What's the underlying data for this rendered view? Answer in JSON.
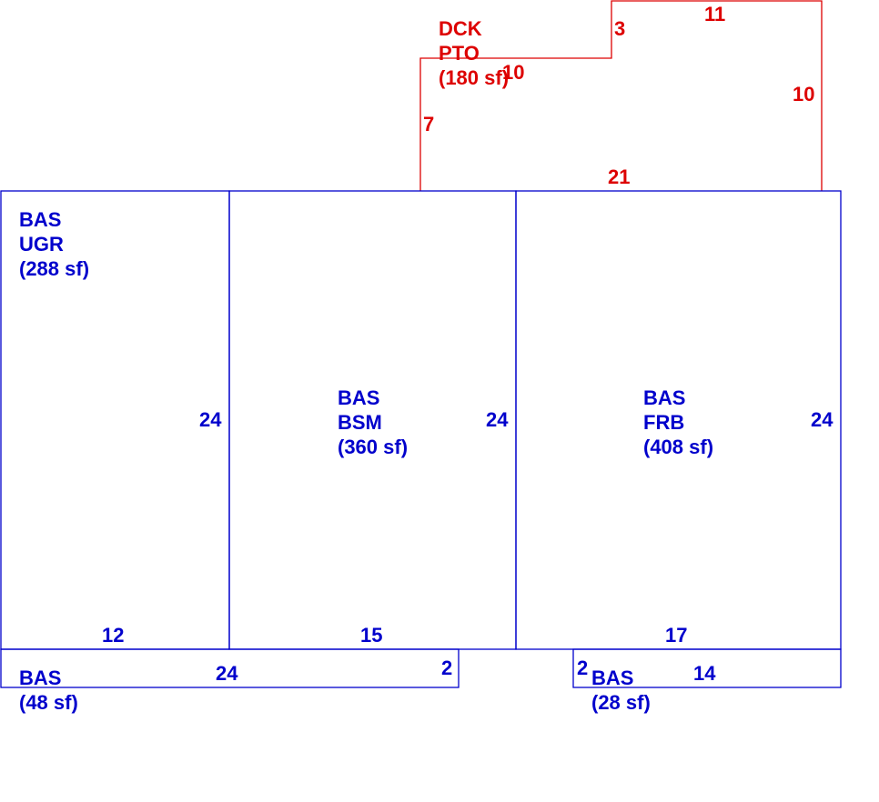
{
  "colors": {
    "living_area": "#0000cc",
    "deck": "#dd0000",
    "background": "#ffffff"
  },
  "areas": {
    "dck_pto": {
      "lines": [
        "DCK",
        "PTO",
        "(180 sf)"
      ],
      "dims": [
        "11",
        "3",
        "10",
        "10",
        "7",
        "21"
      ]
    },
    "bas_ugr": {
      "lines": [
        "BAS",
        "UGR",
        "(288 sf)"
      ],
      "dims": [
        "24",
        "12"
      ]
    },
    "bas_bsm": {
      "lines": [
        "BAS",
        "BSM",
        "(360 sf)"
      ],
      "dims": [
        "24",
        "15"
      ]
    },
    "bas_frb": {
      "lines": [
        "BAS",
        "FRB",
        "(408 sf)"
      ],
      "dims": [
        "24",
        "17"
      ]
    },
    "bas_48": {
      "lines": [
        "BAS",
        "(48 sf)"
      ],
      "dims": [
        "24",
        "2"
      ]
    },
    "bas_28": {
      "lines": [
        "BAS",
        "(28 sf)"
      ],
      "dims": [
        "2",
        "14"
      ]
    }
  }
}
